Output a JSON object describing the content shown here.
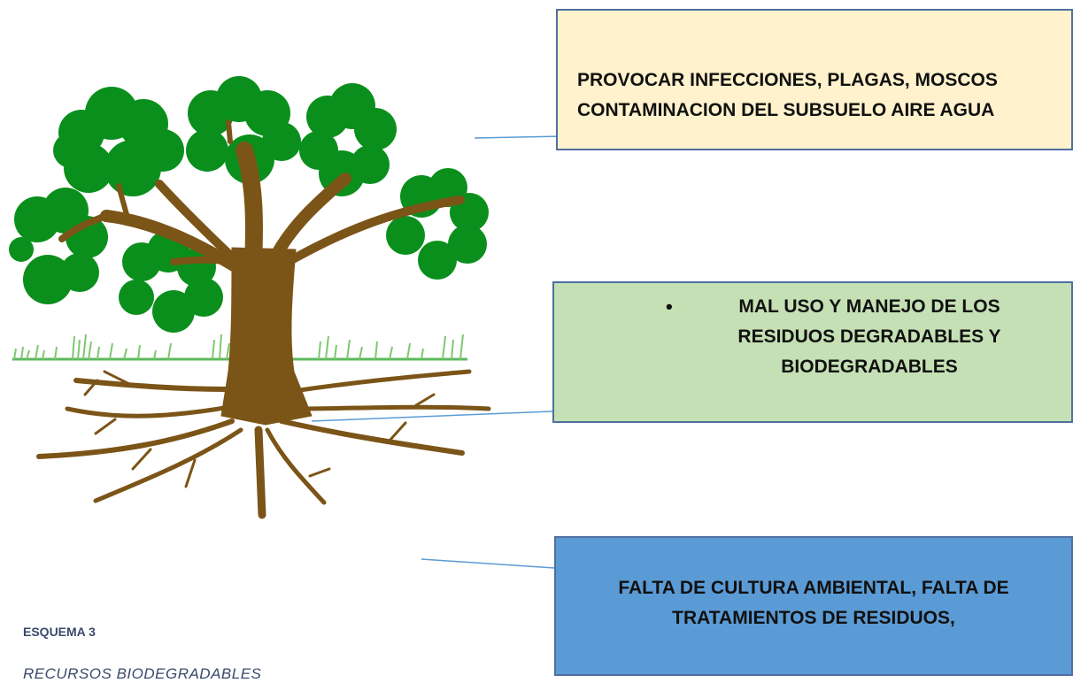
{
  "effects": {
    "line1": "PROVOCAR INFECCIONES, PLAGAS, MOSCOS",
    "line2": "CONTAMINACION DEL SUBSUELO AIRE AGUA"
  },
  "cause": {
    "bullet": "•",
    "text": "MAL USO Y MANEJO DE LOS RESIDUOS DEGRADABLES Y BIODEGRADABLES"
  },
  "roots": {
    "line1": "FALTA DE CULTURA AMBIENTAL, FALTA DE",
    "line2": "TRATAMIENTOS DE RESIDUOS,"
  },
  "caption": {
    "title": "ESQUEMA 3",
    "subtitle": "RECURSOS BIODEGRADABLES"
  },
  "colors": {
    "effects_fill": "#fff2cc",
    "cause_fill": "#c5e0b4",
    "roots_fill": "#5b9bd5",
    "trunk": "#7b5417",
    "foliage": "#0a8f1c",
    "arrow": "#5b9bd5"
  }
}
